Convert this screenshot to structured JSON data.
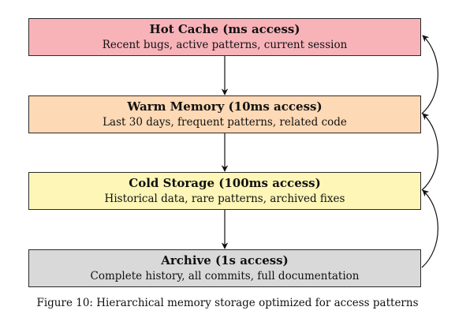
{
  "tiers": [
    {
      "title": "Hot Cache (ms access)",
      "description": "Recent bugs, active patterns, current session",
      "color": "#f8b3b9"
    },
    {
      "title": "Warm Memory (10ms access)",
      "description": "Last 30 days, frequent patterns, related code",
      "color": "#fdd9b5"
    },
    {
      "title": "Cold Storage (100ms access)",
      "description": "Historical data, rare patterns, archived fixes",
      "color": "#fdf6b7"
    },
    {
      "title": "Archive (1s access)",
      "description": "Complete history, all commits, full documentation",
      "color": "#d9d9d9"
    }
  ],
  "caption": "Figure 10: Hierarchical memory storage optimized for access patterns"
}
